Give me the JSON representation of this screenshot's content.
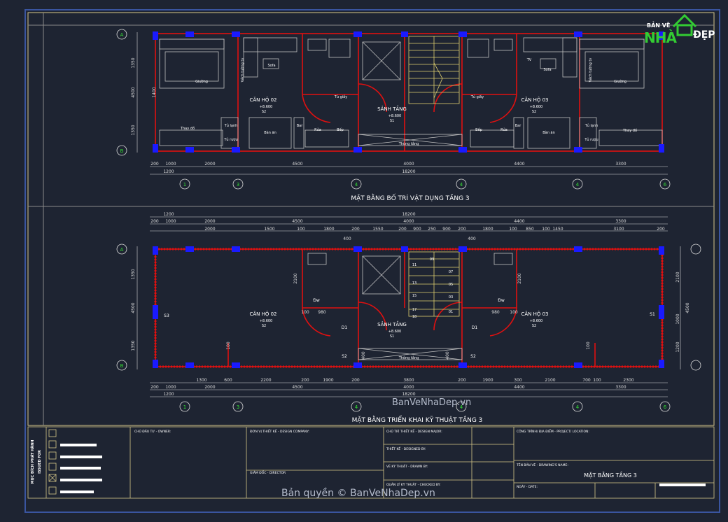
{
  "plan_top": {
    "title": "MẶT BẰNG BỐ TRÍ VẬT DỤNG TẦNG 3",
    "dims_row1": [
      "200",
      "1000",
      "2000",
      "4500",
      "4000",
      "4400",
      "3300"
    ],
    "dims_row2": [
      "1200",
      "18200"
    ],
    "side_dims": [
      "1350",
      "4500",
      "1400",
      "1350"
    ],
    "grid_cols": [
      "1",
      "3",
      "4",
      "4",
      "4",
      "6"
    ],
    "grid_rows": [
      "A",
      "B"
    ],
    "apartments": [
      "CĂN HỘ 02",
      "CĂN HỘ 03"
    ],
    "lobby": "SẢNH TẦNG",
    "levels": [
      "+8.600",
      "+8.600",
      "+8.600"
    ],
    "level_codes": [
      "S2",
      "S1",
      "S2"
    ],
    "rooms": [
      "Giường",
      "Giường",
      "Sofa",
      "Sofa",
      "Vách tường tv",
      "Vách tường tv",
      "Tủ giầy",
      "Tủ giầy",
      "Thay đồ",
      "Thay đồ",
      "Tủ lạnh",
      "Tủ lạnh",
      "Tủ rượu",
      "Tủ rượu",
      "Bàn ăn",
      "Bàn ăn",
      "Bar",
      "Bar",
      "Rửa",
      "Rửa",
      "Bếp",
      "Bếp",
      "Thông tầng",
      "TV"
    ]
  },
  "plan_bottom": {
    "title": "MẶT BẰNG TRIỂN KHAI KỸ THUẬT TẦNG 3",
    "dims_top1": [
      "1200",
      "18200"
    ],
    "dims_top2": [
      "200",
      "1000",
      "2000",
      "4500",
      "4000",
      "4400",
      "3300"
    ],
    "dims_top3": [
      "2000",
      "1500",
      "100",
      "1800",
      "200",
      "1550",
      "200",
      "900",
      "250",
      "900",
      "200",
      "1800",
      "100",
      "850",
      "100",
      "1450",
      "3100",
      "200"
    ],
    "dims_bottom1": [
      "1300",
      "600",
      "2200",
      "200",
      "1900",
      "200",
      "3800",
      "200",
      "1900",
      "300",
      "2100",
      "700",
      "100",
      "2300"
    ],
    "dims_bottom2": [
      "200",
      "1000",
      "2000",
      "4500",
      "4000",
      "4400",
      "3300"
    ],
    "dims_bottom3": [
      "1200",
      "18200"
    ],
    "side_dims": [
      "1350",
      "4500",
      "1350"
    ],
    "side_dims_right": [
      "2100",
      "1000",
      "1200",
      "4500"
    ],
    "internal_dims": [
      "400",
      "400",
      "2100",
      "2100",
      "100",
      "980",
      "980",
      "100",
      "100",
      "100",
      "400",
      "400"
    ],
    "grid_cols": [
      "1",
      "3",
      "4",
      "4",
      "4",
      "6"
    ],
    "grid_rows": [
      "A",
      "B"
    ],
    "apartments": [
      "CĂN HỘ 02",
      "CĂN HỘ 03"
    ],
    "lobby": "SẢNH TẦNG",
    "levels": [
      "+8.600",
      "+8.600",
      "+8.600"
    ],
    "level_codes": [
      "S2",
      "S1",
      "S2"
    ],
    "doors": [
      "S3",
      "S1",
      "D1",
      "D1",
      "S2",
      "S2",
      "Đw",
      "Đw"
    ],
    "stairs": [
      "11",
      "13",
      "15",
      "17",
      "09",
      "07",
      "05",
      "03",
      "01",
      "18"
    ],
    "void": "Thông tầng"
  },
  "title_block": {
    "issue_title": "MỤC ĐÍCH PHÁT HÀNH",
    "issue_sub": "ISSUED FOR",
    "owner": "CHỦ ĐẦU TƯ - OWNER:",
    "company": "ĐƠN VỊ THIẾT KẾ - DESIGN COMPANY:",
    "director": "GIÁM ĐỐC - DIRECTOR",
    "major": "CHỦ TRÌ THIẾT KẾ - DESIGN MAJOR:",
    "designed": "THIẾT KẾ - DESIGNED BY:",
    "drawn": "VẼ KỸ THUẬT - DRAWN BY:",
    "checked": "QUẢN LÝ KỸ THUẬT - CHECKED BY:",
    "project": "CÔNG TRÌNH/ ĐỊA ĐIỂM - PROJECT/ LOCATION:",
    "drawing_name_label": "TÊN BẢN VẼ - DRAWING'S NAME:",
    "drawing_name": "MẶT BẰNG TẦNG 3",
    "date": "NGÀY - DATE:"
  },
  "watermarks": [
    "BanVeNhaDep.vn",
    "Bản quyền © BanVeNhaDep.vn"
  ],
  "logo": {
    "top": "BẢN VẼ",
    "nh": "NHÀ",
    "dep": "ĐẸP"
  },
  "colors": {
    "bg": "#1e2432",
    "wall": "#e01010",
    "dim": "#dddddd",
    "grid_text": "#33dd33",
    "label": "#ffffff",
    "furniture": "#c0c0c0",
    "column": "#1a1aff",
    "stair": "#e0d070",
    "border": "#d8c98a"
  }
}
